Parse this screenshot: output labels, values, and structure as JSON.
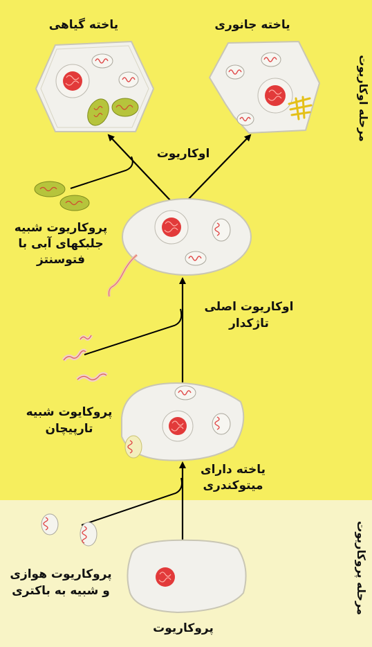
{
  "colors": {
    "eukaryote_band": "#f6ee5e",
    "prokaryote_band": "#f8f4c6",
    "cell_fill": "#f2f1ec",
    "nucleus": "#e23a3a",
    "chloroplast": "#b6c43c",
    "arrow": "#000000"
  },
  "labels": {
    "plant_cell": "یاخته گیاهی",
    "animal_cell": "یاخته جانوری",
    "eukaryote": "اوکاریوت",
    "photo_prokaryote_l1": "پروکاریوت شبیه",
    "photo_prokaryote_l2": "جلبکهای آبی با",
    "photo_prokaryote_l3": "فتوسنتز",
    "flagellate_eukaryote_l1": "اوکاریوت اصلی",
    "flagellate_eukaryote_l2": "تاژکدار",
    "spirochete_prokaryote_l1": "پروکایوت شبیه",
    "spirochete_prokaryote_l2": "تارپیچان",
    "mito_cell_l1": "یاخته دارای",
    "mito_cell_l2": "میتوکندری",
    "aerobic_prokaryote_l1": "پروکاریوت هوازی",
    "aerobic_prokaryote_l2": "و شبیه به باکتری",
    "prokaryote": "پروکاریوت",
    "eukaryote_stage": "مرحله اوکاریوت",
    "prokaryote_stage": "مرحله پروکاریوت"
  }
}
